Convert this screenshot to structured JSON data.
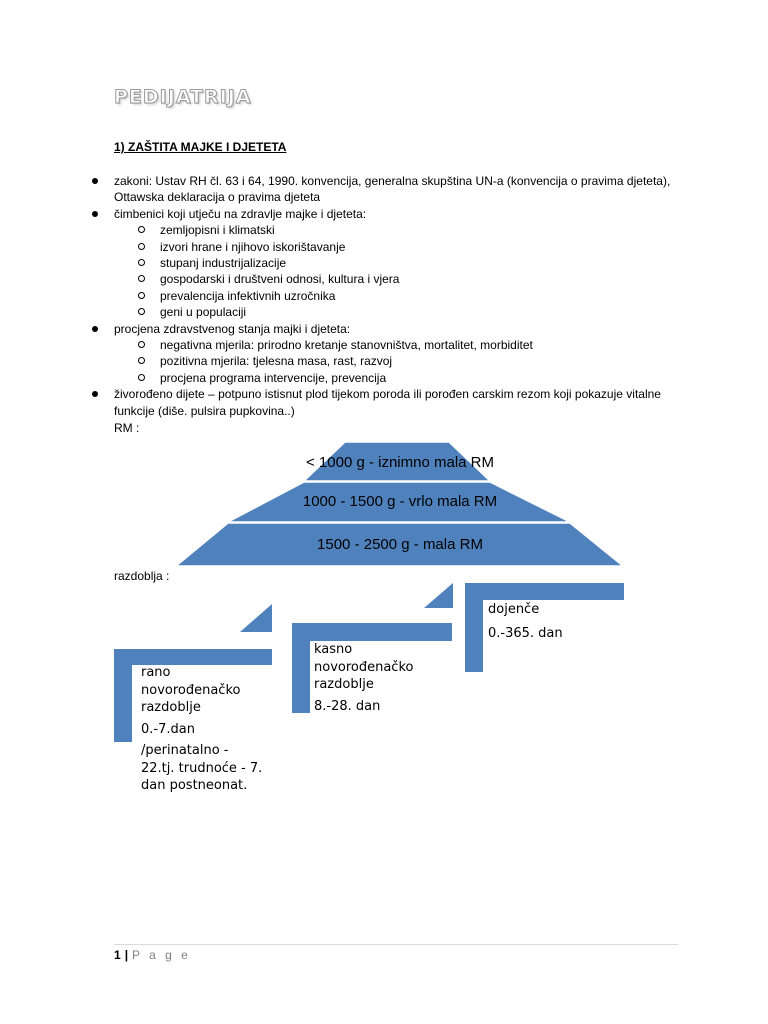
{
  "title": "PEDIJATRIJA",
  "section": "1) ZAŠTITA MAJKE I DJETETA",
  "bullets": [
    {
      "text": "zakoni:  Ustav RH čl. 63 i 64, 1990. konvencija, generalna skupština UN-a (konvencija o pravima djeteta), Ottawska deklaracija o pravima djeteta"
    },
    {
      "text": "čimbenici koji utječu na zdravlje majke i djeteta:",
      "sub": [
        "zemljopisni i klimatski",
        "izvori hrane i njihovo iskorištavanje",
        "stupanj industrijalizacije",
        "gospodarski i društveni odnosi, kultura i vjera",
        "prevalencija infektivnih uzročnika",
        "geni u populaciji"
      ]
    },
    {
      "text": "procjena zdravstvenog stanja majki i djeteta:",
      "sub": [
        "negativna mjerila: prirodno kretanje stanovništva, mortalitet, morbiditet",
        "pozitivna mjerila: tjelesna masa, rast, razvoj",
        "procjena programa intervencije, prevencija"
      ]
    },
    {
      "text": "živorođeno dijete – potpuno istisnut plod tijekom poroda ili porođen carskim rezom koji pokazuje vitalne funkcije (diše. pulsira pupkovina..)"
    }
  ],
  "rm_label": "RM :",
  "pyramid": [
    "< 1000 g - iznimno mala RM",
    "1000 - 1500 g - vrlo mala RM",
    "1500 - 2500 g - mala RM"
  ],
  "razdoblja_label": "razdoblja :",
  "periods": {
    "rano": [
      "rano",
      "novorođenačko",
      "razdoblje",
      "0.-7.dan",
      "/perinatalno -",
      "22.tj. trudnoće - 7.",
      "dan postneonat."
    ],
    "kasno": [
      "kasno",
      "novorođenačko",
      "razdoblje",
      "8.-28. dan"
    ],
    "dojence": [
      "dojenče",
      "0.-365. dan"
    ]
  },
  "colors": {
    "shape_fill": "#4f81bd",
    "shape_stroke": "#ffffff"
  },
  "footer": {
    "page_number": "1",
    "separator": "|",
    "page_word": "P a g e"
  }
}
